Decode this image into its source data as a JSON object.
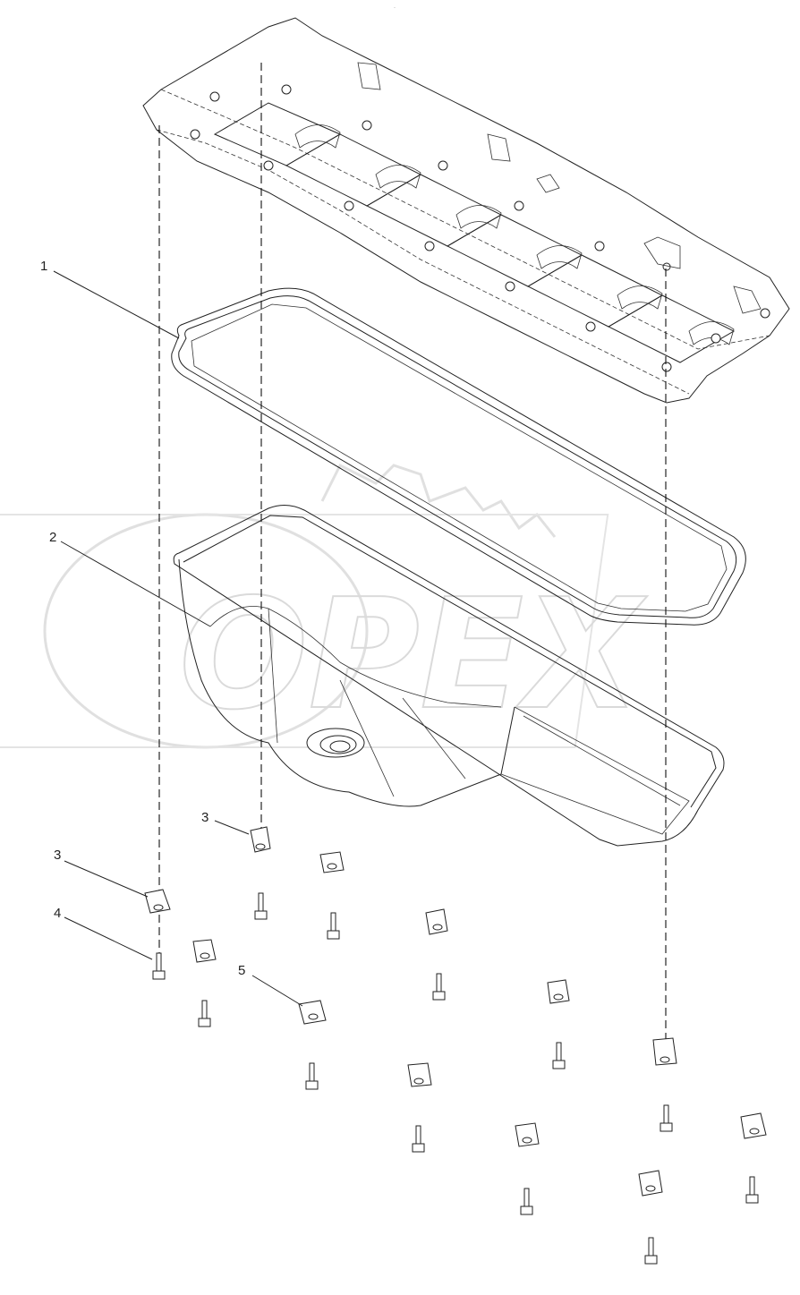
{
  "diagram": {
    "header_mark": "·",
    "watermark_text": "OPEX",
    "callouts": [
      {
        "id": "c1",
        "label": "1"
      },
      {
        "id": "c2",
        "label": "2"
      },
      {
        "id": "c3a",
        "label": "3"
      },
      {
        "id": "c3b",
        "label": "3"
      },
      {
        "id": "c4",
        "label": "4"
      },
      {
        "id": "c5",
        "label": "5"
      }
    ],
    "parts": [
      {
        "number": "1",
        "name": "gasket"
      },
      {
        "number": "2",
        "name": "oil-pan"
      },
      {
        "number": "3",
        "name": "spacer"
      },
      {
        "number": "4",
        "name": "bolt"
      },
      {
        "number": "5",
        "name": "spacer"
      }
    ]
  }
}
